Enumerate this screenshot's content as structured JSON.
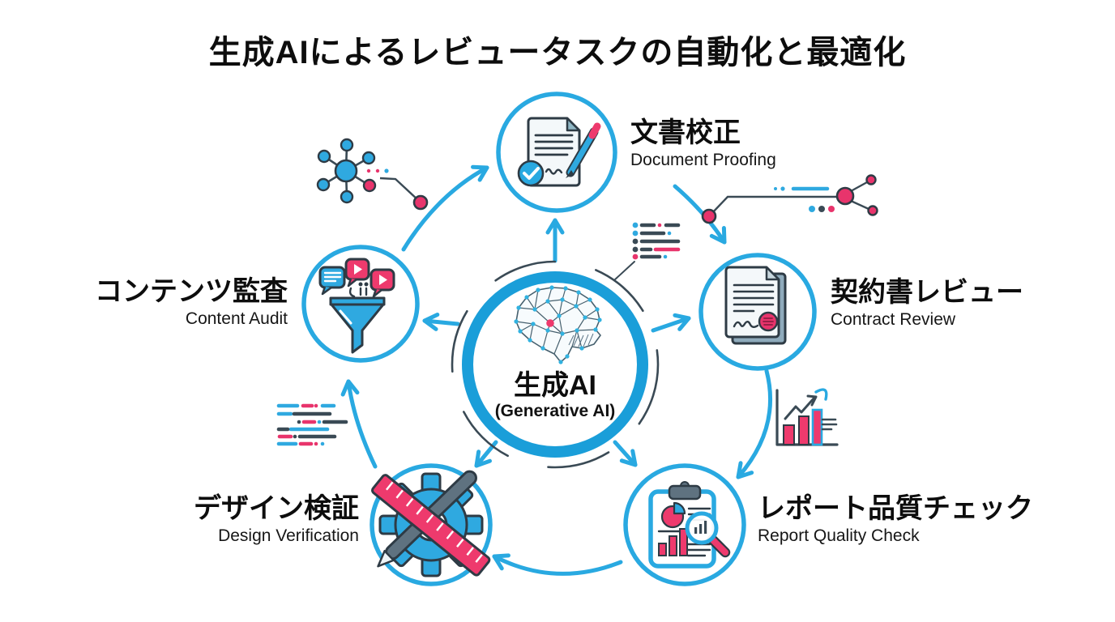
{
  "title": "生成AIによるレビュータスクの自動化と最適化",
  "center": {
    "label_jp": "生成AI",
    "label_en": "(Generative AI)",
    "icon": "brain-network-icon"
  },
  "nodes": [
    {
      "id": "document-proofing",
      "label_jp": "文書校正",
      "label_en": "Document Proofing",
      "icon": "document-pen-check-icon"
    },
    {
      "id": "contract-review",
      "label_jp": "契約書レビュー",
      "label_en": "Contract Review",
      "icon": "contract-seal-icon"
    },
    {
      "id": "report-quality-check",
      "label_jp": "レポート品質チェック",
      "label_en": "Report Quality Check",
      "icon": "clipboard-magnifier-icon"
    },
    {
      "id": "design-verification",
      "label_jp": "デザイン検証",
      "label_en": "Design Verification",
      "icon": "gear-ruler-pen-icon"
    },
    {
      "id": "content-audit",
      "label_jp": "コンテンツ監査",
      "label_en": "Content Audit",
      "icon": "funnel-media-icon"
    }
  ],
  "decorations": [
    "molecule-network-icon",
    "node-link-icon",
    "code-lines-icon",
    "checklist-lines-icon",
    "growth-chart-icon"
  ],
  "colors": {
    "accent_blue": "#29a9e1",
    "ring_blue": "#1a9ed9",
    "pink": "#e8346c",
    "dark": "#3a4a55",
    "text": "#0d0d0d"
  }
}
